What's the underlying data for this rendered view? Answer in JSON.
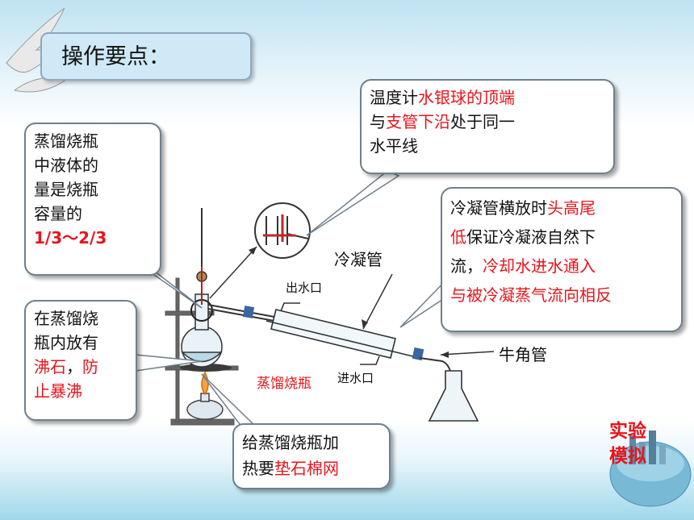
{
  "title": "操作要点：",
  "callout_thermometer": {
    "part1": "温度计",
    "part2": "水银球的顶端",
    "part3": "与",
    "part4": "支管下沿",
    "part5": "处于同一",
    "part6": "水平线"
  },
  "callout_volume": {
    "line1": "蒸馏烧瓶",
    "line2": "中液体的",
    "line3": "量是烧瓶",
    "line4": "容量的",
    "line5": "1/3～2/3"
  },
  "callout_condenser": {
    "p1": "冷凝管横放时",
    "p2": "头高尾",
    "p3": "低",
    "p4": "保证冷凝液自然下",
    "p5": "流，",
    "p6": "冷却水进水通入",
    "p7": "与被冷凝蒸气流向相反"
  },
  "callout_boiling": {
    "line1": "在蒸馏烧",
    "line2": "瓶内放有",
    "p3": "沸石",
    "p4": "，",
    "p5": "防",
    "line4": "止暴沸"
  },
  "callout_heating": {
    "line1": "给蒸馏烧瓶加",
    "p2": "热要",
    "p3": "垫石棉网"
  },
  "labels": {
    "condenser": "冷凝管",
    "water_out": "出水口",
    "water_in": "进水口",
    "flask": "蒸馏烧瓶",
    "adapter": "牛角管"
  },
  "sim_button": {
    "line1": "实验",
    "line2": "模拟"
  }
}
